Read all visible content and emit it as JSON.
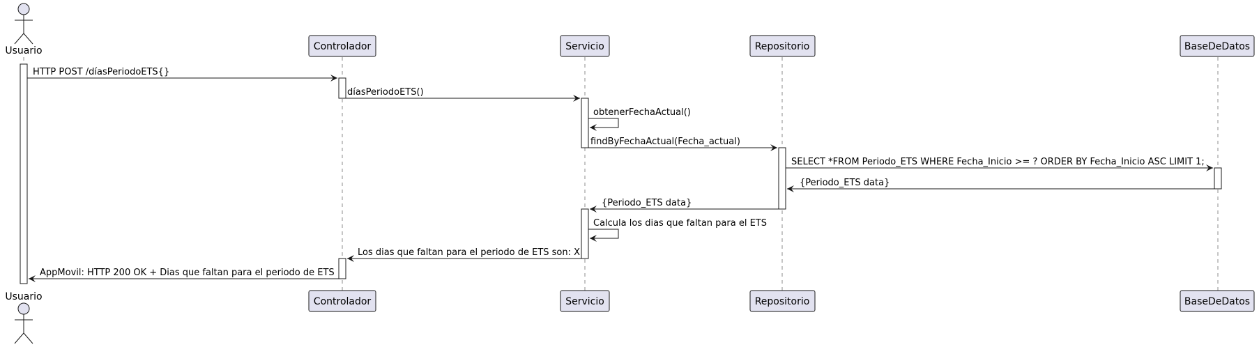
{
  "participants": {
    "usuario": "Usuario",
    "controlador": "Controlador",
    "servicio": "Servicio",
    "repositorio": "Repositorio",
    "basededatos": "BaseDeDatos"
  },
  "messages": {
    "m1": "HTTP POST /díasPeriodoETS{}",
    "m2": "díasPeriodoETS()",
    "m3": "obtenerFechaActual()",
    "m4": "findByFechaActual(Fecha_actual)",
    "m5": "SELECT *FROM Periodo_ETS WHERE Fecha_Inicio >= ? ORDER BY Fecha_Inicio ASC LIMIT 1;",
    "m6": "{Periodo_ETS data}",
    "m7": "{Periodo_ETS data}",
    "m8": "Calcula los dias que faltan para el ETS",
    "m9": "Los dias que faltan para el periodo de ETS son: X",
    "m10": "AppMovil: HTTP 200 OK + Dias que faltan para el periodo de ETS"
  },
  "colors": {
    "participant_fill": "#e2e2f0",
    "line": "#181818"
  }
}
